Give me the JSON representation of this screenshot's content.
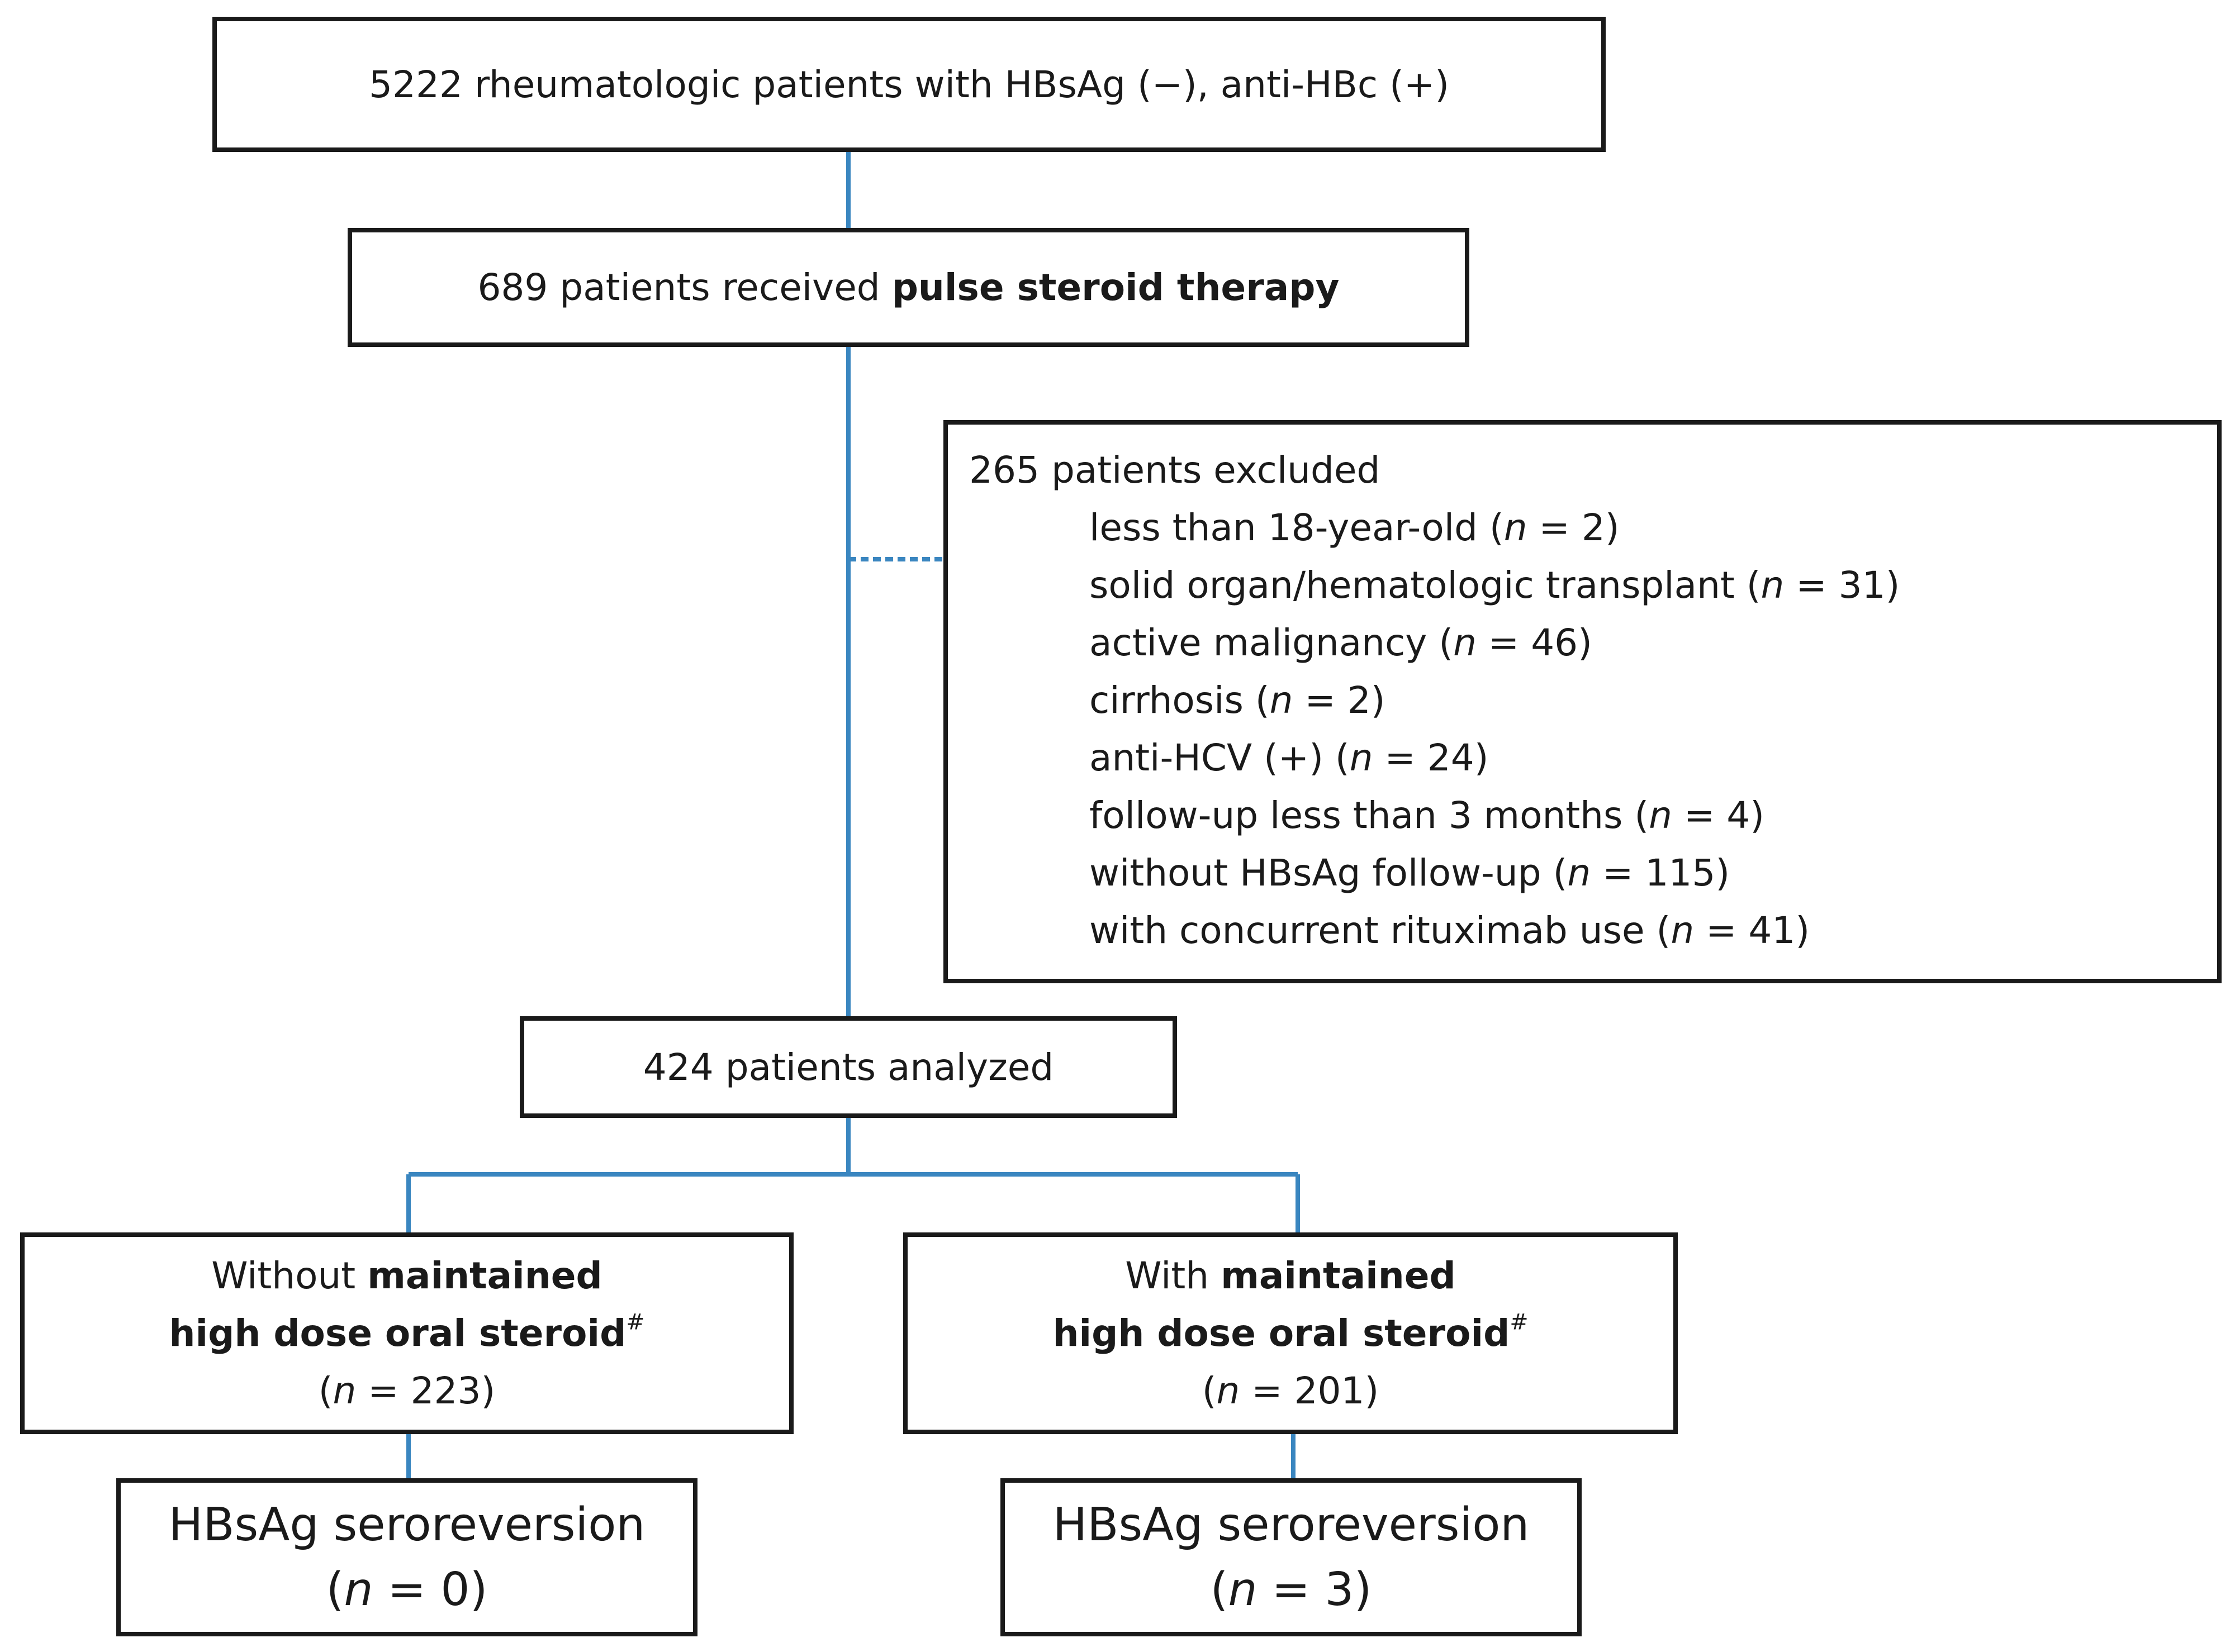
{
  "colors": {
    "connector": "#3a86c0",
    "box_border": "#1a1a1a",
    "text": "#1a1a1a"
  },
  "screening": {
    "text": "5222 rheumatologic patients with HBsAg (−), anti-HBc (+)"
  },
  "pulse": {
    "prefix": "689 patients received ",
    "bold": "pulse steroid therapy"
  },
  "excluded": {
    "title": "265 patients excluded",
    "items": [
      {
        "label": "less than 18-year-old (",
        "n": "2"
      },
      {
        "label": "solid organ/hematologic transplant (",
        "n": "31"
      },
      {
        "label": "active malignancy (",
        "n": "46"
      },
      {
        "label": "cirrhosis (",
        "n": "2"
      },
      {
        "label": "anti-HCV (+) (",
        "n": "24"
      },
      {
        "label": "follow-up less than 3 months (",
        "n": "4"
      },
      {
        "label": "without HBsAg follow-up (",
        "n": "115"
      },
      {
        "label": "with concurrent rituximab use (",
        "n": "41"
      }
    ]
  },
  "analyzed": {
    "text": "424 patients analyzed"
  },
  "groups": [
    {
      "prefix": "Without ",
      "bold1": "maintained",
      "bold2": "high dose oral steroid",
      "mark": "#",
      "n": "223"
    },
    {
      "prefix": "With ",
      "bold1": "maintained",
      "bold2": "high dose oral steroid",
      "mark": "#",
      "n": "201"
    }
  ],
  "outcomes": [
    {
      "label": "HBsAg seroreversion",
      "n": "0"
    },
    {
      "label": "HBsAg seroreversion",
      "n": "3"
    }
  ],
  "n_symbol": "n",
  "equals": " = ",
  "close_paren": ")",
  "open_paren": "("
}
